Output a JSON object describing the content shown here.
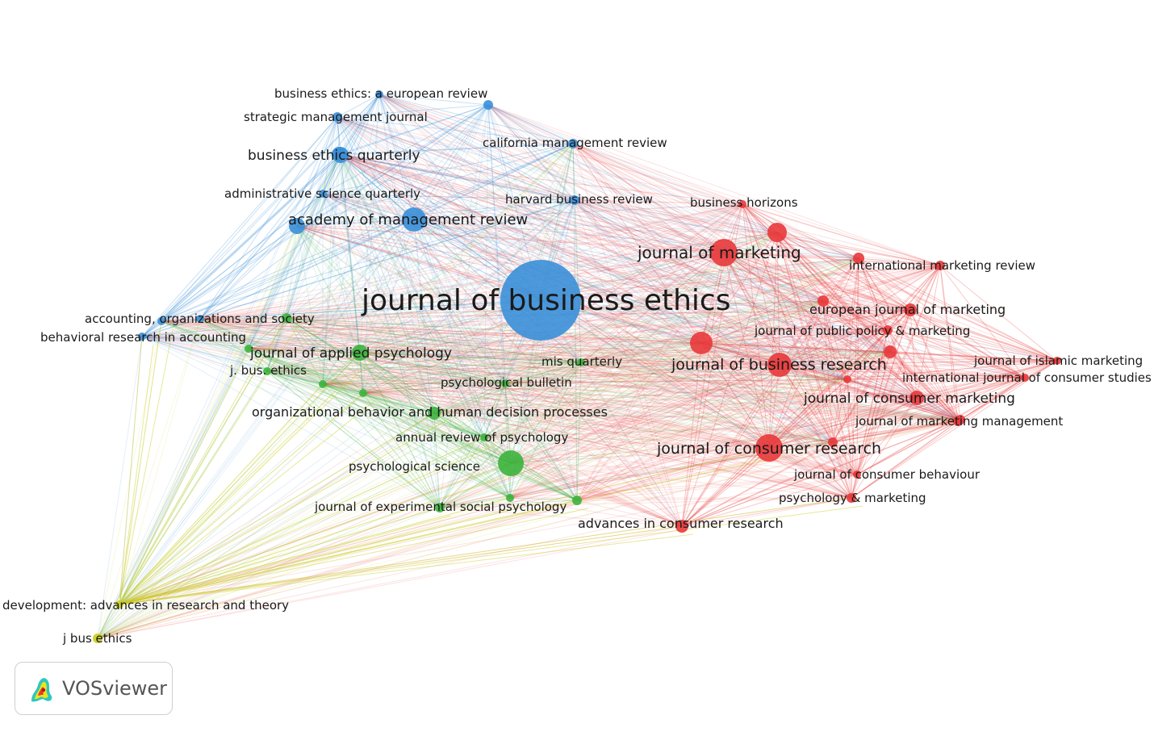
{
  "app": {
    "brand": "VOSviewer",
    "logo_icon": "vosviewer-logo-icon"
  },
  "clusters": {
    "red": "#e8383b",
    "green": "#3cb33c",
    "blue": "#3a8fd8",
    "yellow": "#c9cc1e"
  },
  "nodes": [
    {
      "id": "jbe",
      "label": "journal of business ethics",
      "cluster": "blue",
      "weight": 10
    },
    {
      "id": "jm",
      "label": "journal of marketing",
      "cluster": "red",
      "weight": 4
    },
    {
      "id": "jbr",
      "label": "journal of business research",
      "cluster": "red",
      "weight": 4
    },
    {
      "id": "jcr",
      "label": "journal of consumer research",
      "cluster": "red",
      "weight": 4
    },
    {
      "id": "amr",
      "label": "academy of management review",
      "cluster": "blue",
      "weight": 3
    },
    {
      "id": "bhor",
      "label": "business horizons",
      "cluster": "red",
      "weight": 1
    },
    {
      "id": "imr",
      "label": "international marketing review",
      "cluster": "red",
      "weight": 1
    },
    {
      "id": "ejm",
      "label": "european journal of marketing",
      "cluster": "red",
      "weight": 2
    },
    {
      "id": "jppm",
      "label": "journal of public policy & marketing",
      "cluster": "red",
      "weight": 1
    },
    {
      "id": "jim",
      "label": "journal of islamic marketing",
      "cluster": "red",
      "weight": 1
    },
    {
      "id": "ijcs",
      "label": "international journal of consumer studies",
      "cluster": "red",
      "weight": 1
    },
    {
      "id": "jcm",
      "label": "journal of consumer marketing",
      "cluster": "red",
      "weight": 2
    },
    {
      "id": "jmm",
      "label": "journal of marketing management",
      "cluster": "red",
      "weight": 1
    },
    {
      "id": "jcb",
      "label": "journal of consumer behaviour",
      "cluster": "red",
      "weight": 1
    },
    {
      "id": "pm",
      "label": "psychology & marketing",
      "cluster": "red",
      "weight": 1
    },
    {
      "id": "acr",
      "label": "advances in consumer research",
      "cluster": "red",
      "weight": 1
    },
    {
      "id": "bqer",
      "label": "business ethics: a european review",
      "cluster": "blue",
      "weight": 1
    },
    {
      "id": "smj",
      "label": "strategic management journal",
      "cluster": "blue",
      "weight": 1
    },
    {
      "id": "beq",
      "label": "business ethics quarterly",
      "cluster": "blue",
      "weight": 2
    },
    {
      "id": "cmr",
      "label": "california management review",
      "cluster": "blue",
      "weight": 1
    },
    {
      "id": "asq",
      "label": "administrative science quarterly",
      "cluster": "blue",
      "weight": 1
    },
    {
      "id": "hbr",
      "label": "harvard business review",
      "cluster": "blue",
      "weight": 1
    },
    {
      "id": "aos",
      "label": "accounting, organizations and society",
      "cluster": "green",
      "weight": 1
    },
    {
      "id": "bria",
      "label": "behavioral research in accounting",
      "cluster": "blue",
      "weight": 1
    },
    {
      "id": "jap",
      "label": "journal of applied psychology",
      "cluster": "green",
      "weight": 2
    },
    {
      "id": "jbusethics",
      "label": "j. bus. ethics",
      "cluster": "green",
      "weight": 1
    },
    {
      "id": "misq",
      "label": "mis quarterly",
      "cluster": "green",
      "weight": 1
    },
    {
      "id": "pb",
      "label": "psychological bulletin",
      "cluster": "green",
      "weight": 1
    },
    {
      "id": "obhdp",
      "label": "organizational behavior and human decision processes",
      "cluster": "green",
      "weight": 2
    },
    {
      "id": "arp",
      "label": "annual review of psychology",
      "cluster": "green",
      "weight": 1
    },
    {
      "id": "ps",
      "label": "psychological science",
      "cluster": "green",
      "weight": 1
    },
    {
      "id": "jesp",
      "label": "journal of experimental social psychology",
      "cluster": "green",
      "weight": 1
    },
    {
      "id": "dev",
      "label": "development: advances in research and theory",
      "cluster": "yellow",
      "weight": 1
    },
    {
      "id": "jbusethics2",
      "label": "j bus ethics",
      "cluster": "yellow",
      "weight": 1
    }
  ]
}
